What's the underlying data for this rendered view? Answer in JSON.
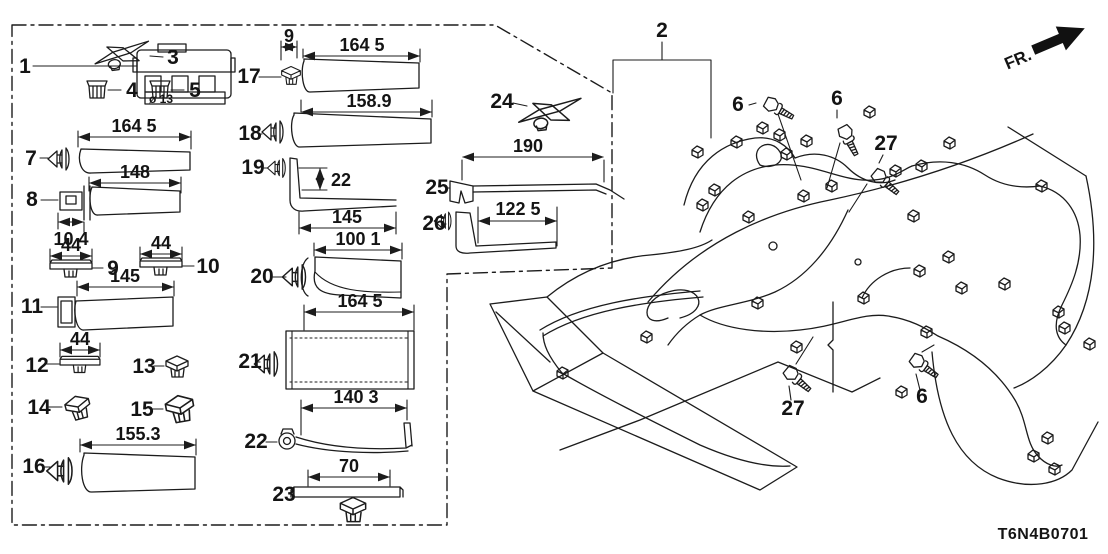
{
  "diagram": {
    "code": "T6N4B0701",
    "orientation": "FR.",
    "background": "#ffffff",
    "line_color": "#1c1c1c"
  },
  "callouts": {
    "1": "1",
    "2": "2",
    "3": "3",
    "4": "4",
    "5": "5",
    "6": "6",
    "7": "7",
    "8": "8",
    "9": "9",
    "10": "10",
    "11": "11",
    "12": "12",
    "13": "13",
    "14": "14",
    "15": "15",
    "16": "16",
    "17": "17",
    "18": "18",
    "19": "19",
    "20": "20",
    "21": "21",
    "22": "22",
    "23": "23",
    "24": "24",
    "25": "25",
    "26": "26",
    "27": "27"
  },
  "dimensions": {
    "part1_note": "ø 13",
    "part7": "164 5",
    "part8": "148",
    "part8_offset": "10 4",
    "part9": "44",
    "part10": "44",
    "part11": "145",
    "part12": "44",
    "part16": "155.3",
    "part17_offset": "9",
    "part17": "164 5",
    "part18": "158.9",
    "part19_offset": "22",
    "part19": "145",
    "part20": "100 1",
    "part21": "164 5",
    "part22": "140 3",
    "part23": "70",
    "part25": "190",
    "part26": "122 5"
  }
}
